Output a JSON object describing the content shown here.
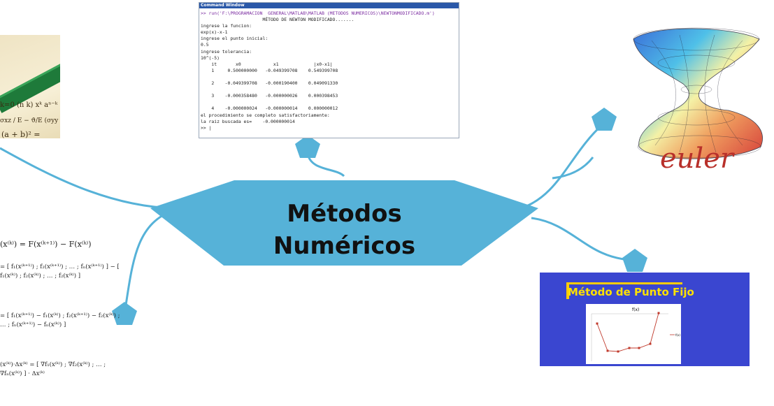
{
  "center": {
    "title_line1": "Métodos",
    "title_line2": "Numéricos"
  },
  "colors": {
    "node": "#56b2d8",
    "connector": "#56b2d8",
    "panel": "#3a46d0",
    "panel_title": "#ffe100"
  },
  "command_window": {
    "title": "Command Window",
    "lines": [
      ">> run('F:\\PROGRAMACION  GENERAL\\MATLAB\\MATLAB (METODOS NUMERICOS)\\NEWTONMODIFICADO.m')",
      "                       MÉTODO DE NEWTON MODIFICADO.......",
      "ingrese la funcion:",
      "exp(x)-x-1",
      "ingrese el punto inicial:",
      "0.5",
      "ingrese tolerancia:",
      "10^(-5)",
      "    it       x0            x1             |x0-x1|",
      "    1     0.500000000   -0.049399708    0.549399708",
      "",
      "    2    -0.049399708   -0.000190400    0.049091330",
      "",
      "    3    -0.000358480   -0.000000026    0.000398453",
      "",
      "    4    -0.000000024   -0.000000014    0.000000012",
      "el procedimiento se completo satisfactoriamente:",
      "la raiz buscada es=    -0.000000014",
      ">> |"
    ]
  },
  "euler_image": {
    "label": "euler"
  },
  "punto_fijo": {
    "title": "Método de Punto Fijo",
    "chart_title": "f(x)",
    "legend": "f(x)"
  },
  "topleft_image": {
    "formula_1": "k=0 (n k) xᵏ aⁿ⁻ᵏ",
    "formula_2": "σxz / E  −  ϑ/E (σyy +",
    "formula_3": "(a + b)² ="
  },
  "math_image": {
    "eq1": "(x⁽ᵏ⁾) = F(x⁽ᵏ⁺¹⁾) − F(x⁽ᵏ⁾)",
    "eq2": "= [ f₁(x⁽ᵏ⁺¹⁾) ; f₂(x⁽ᵏ⁺¹⁾) ; … ; fₙ(x⁽ᵏ⁺¹⁾) ] − [ f₁(x⁽ᵏ⁾) ; f₂(x⁽ᵏ⁾) ; … ; f₂(x⁽ᵏ⁾) ]",
    "eq3": "= [ f₁(x⁽ᵏ⁺¹⁾) − f₁(x⁽ᵏ⁾) ; f₂(x⁽ᵏ⁺¹⁾) − f₂(x⁽ᵏ⁾) ; … ; fₙ(x⁽ᵏ⁺¹⁾) − fₙ(x⁽ᵏ⁾) ]",
    "eq4": "(x⁽ᵏ⁾)·Δx⁽ᵏ⁾ = [ ∇f₁(x⁽ᵏ⁾) ; ∇f₂(x⁽ᵏ⁾) ; … ; ∇fₙ(x⁽ᵏ⁾) ] · Δx⁽ᵏ⁾"
  }
}
